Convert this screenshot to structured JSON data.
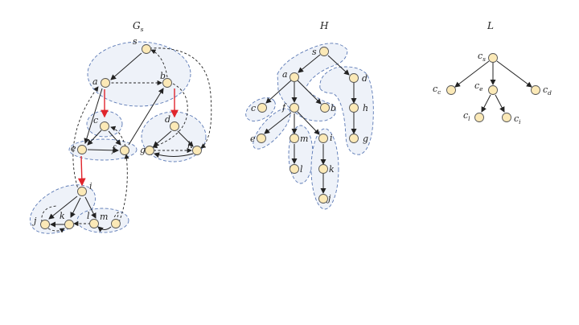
{
  "titles": {
    "gs": "G",
    "gs_sub": "s",
    "h": "H",
    "l": "L"
  },
  "gs_nodes": {
    "s": "s",
    "a": "a",
    "b": "b",
    "c": "c",
    "d": "d",
    "e": "e",
    "f": "f",
    "g": "g",
    "h": "h",
    "i": "i",
    "j": "j",
    "k": "k",
    "l": "l",
    "m": "m"
  },
  "h_nodes": {
    "s": "s",
    "a": "a",
    "d": "d",
    "c": "c",
    "f": "f",
    "b": "b",
    "h": "h",
    "e": "e",
    "m": "m",
    "i": "i",
    "g": "g",
    "l": "l",
    "k": "k",
    "j": "j"
  },
  "l_nodes": {
    "cs": "c",
    "cs_sub": "s",
    "cc": "c",
    "cc_sub": "c",
    "ce": "c",
    "ce_sub": "e",
    "cd": "c",
    "cd_sub": "d",
    "cl": "c",
    "cl_sub": "l",
    "ci": "c",
    "ci_sub": "i"
  },
  "colors": {
    "node_fill": "#fbe9b7",
    "group_fill": "#eef2f9",
    "group_stroke": "#5b79b5",
    "highlight_edge": "#e0252c"
  }
}
